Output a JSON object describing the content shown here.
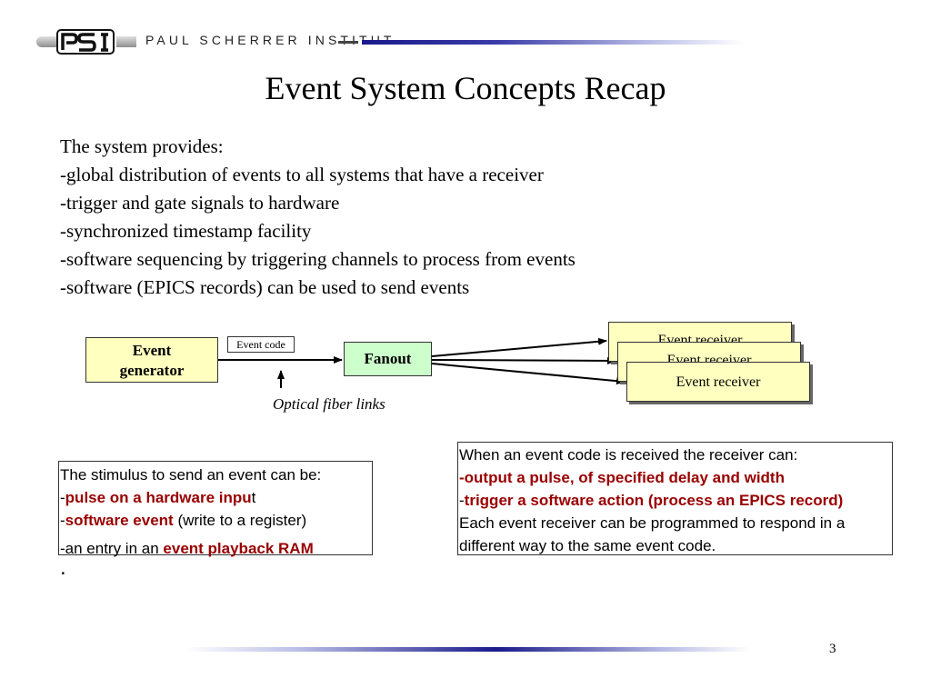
{
  "header": {
    "logo_text": "PSI",
    "institute": "PAUL SCHERRER INSTITUT"
  },
  "title": "Event System Concepts Recap",
  "intro": {
    "lines": [
      "The system provides:",
      "-global distribution of events to all systems that have a receiver",
      "-trigger and gate signals to hardware",
      "-synchronized timestamp facility",
      "-software sequencing by triggering channels to process from events",
      "-software (EPICS records) can be used to send events"
    ]
  },
  "diagram": {
    "generator_line1": "Event",
    "generator_line2": "generator",
    "event_code": "Event code",
    "fanout": "Fanout",
    "receiver1": "Event receiver",
    "receiver2": "Event receiver",
    "receiver3": "Event receiver",
    "fiber_label": "Optical fiber links"
  },
  "stimulus": {
    "line1": "The stimulus to send an event can be:",
    "item1_dash": "-",
    "item1_red": "pulse on a hardware inpu",
    "item1_rest": "t",
    "item2_dash": "-",
    "item2_red": "software event",
    "item2_rest": " (write to a register)",
    "item3_pre": "-an entry in an ",
    "item3_red": "event playback RAM",
    "dot": "."
  },
  "receiver_box": {
    "line1": "When an event code is received the receiver can:",
    "item1_red": "-output a pulse, of specified delay and width",
    "item2_dash": "-",
    "item2_red": "trigger a software action (process an EPICS record)",
    "line4": "Each event receiver can be  programmed to respond in a",
    "line5": "different way to the same event code."
  },
  "footer": {
    "page_number": "3"
  },
  "colors": {
    "box_yellow": "#ffffc0",
    "box_green": "#ccffcc",
    "accent_red": "#990000",
    "header_blue": "#1a1a8a"
  }
}
